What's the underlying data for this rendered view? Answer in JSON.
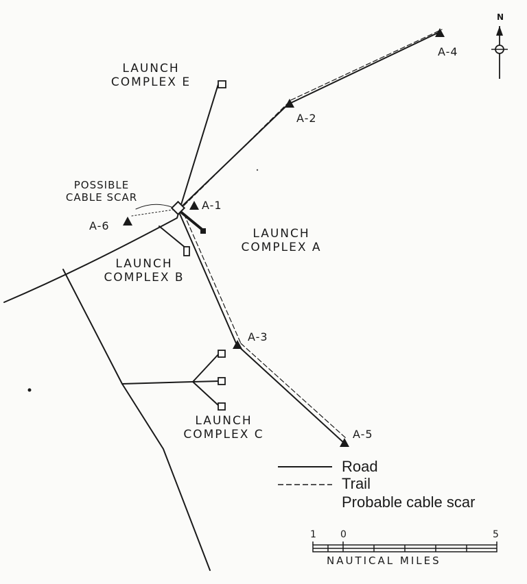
{
  "map": {
    "complexes": {
      "e": [
        "LAUNCH",
        "COMPLEX E"
      ],
      "a": [
        "LAUNCH",
        "COMPLEX A"
      ],
      "b": [
        "LAUNCH",
        "COMPLEX B"
      ],
      "c": [
        "LAUNCH",
        "COMPLEX C"
      ]
    },
    "cable_scar_note": [
      "POSSIBLE",
      "CABLE SCAR"
    ],
    "sites": {
      "a1": "A-1",
      "a2": "A-2",
      "a3": "A-3",
      "a4": "A-4",
      "a5": "A-5",
      "a6": "A-6"
    },
    "north_label": "N",
    "colors": {
      "ink": "#1a1a1a",
      "paper": "#fbfbf9"
    }
  },
  "legend": {
    "road": "Road",
    "trail": "Trail",
    "cable_scar": "Probable cable scar"
  },
  "scale": {
    "left_label": "1",
    "zero_label": "0",
    "right_label": "5",
    "unit": "NAUTICAL MILES"
  }
}
